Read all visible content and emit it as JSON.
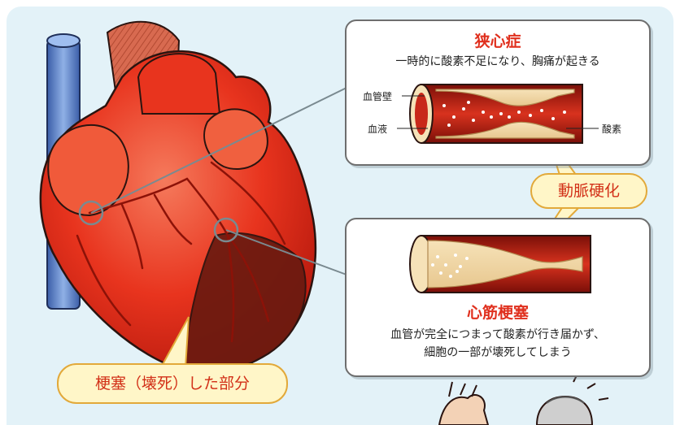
{
  "angina": {
    "title": "狭心症",
    "description": "一時的に酸素不足になり、胸痛が起きる",
    "labels": {
      "vessel_wall": "血管壁",
      "blood": "血液",
      "oxygen": "酸素"
    }
  },
  "arteriosclerosis_label": "動脈硬化",
  "infarction": {
    "title": "心筋梗塞",
    "description_line1": "血管が完全につまって酸素が行き届かず、",
    "description_line2": "細胞の一部が壊死してしまう"
  },
  "necrosis_label": "梗塞（壊死）した部分",
  "colors": {
    "background": "#e3f2f8",
    "heart_red": "#e8341e",
    "title_red": "#e0301e",
    "callout_fill": "#fff6c8",
    "callout_border": "#e2a93a",
    "vein_blue": "#5a7fc0"
  }
}
